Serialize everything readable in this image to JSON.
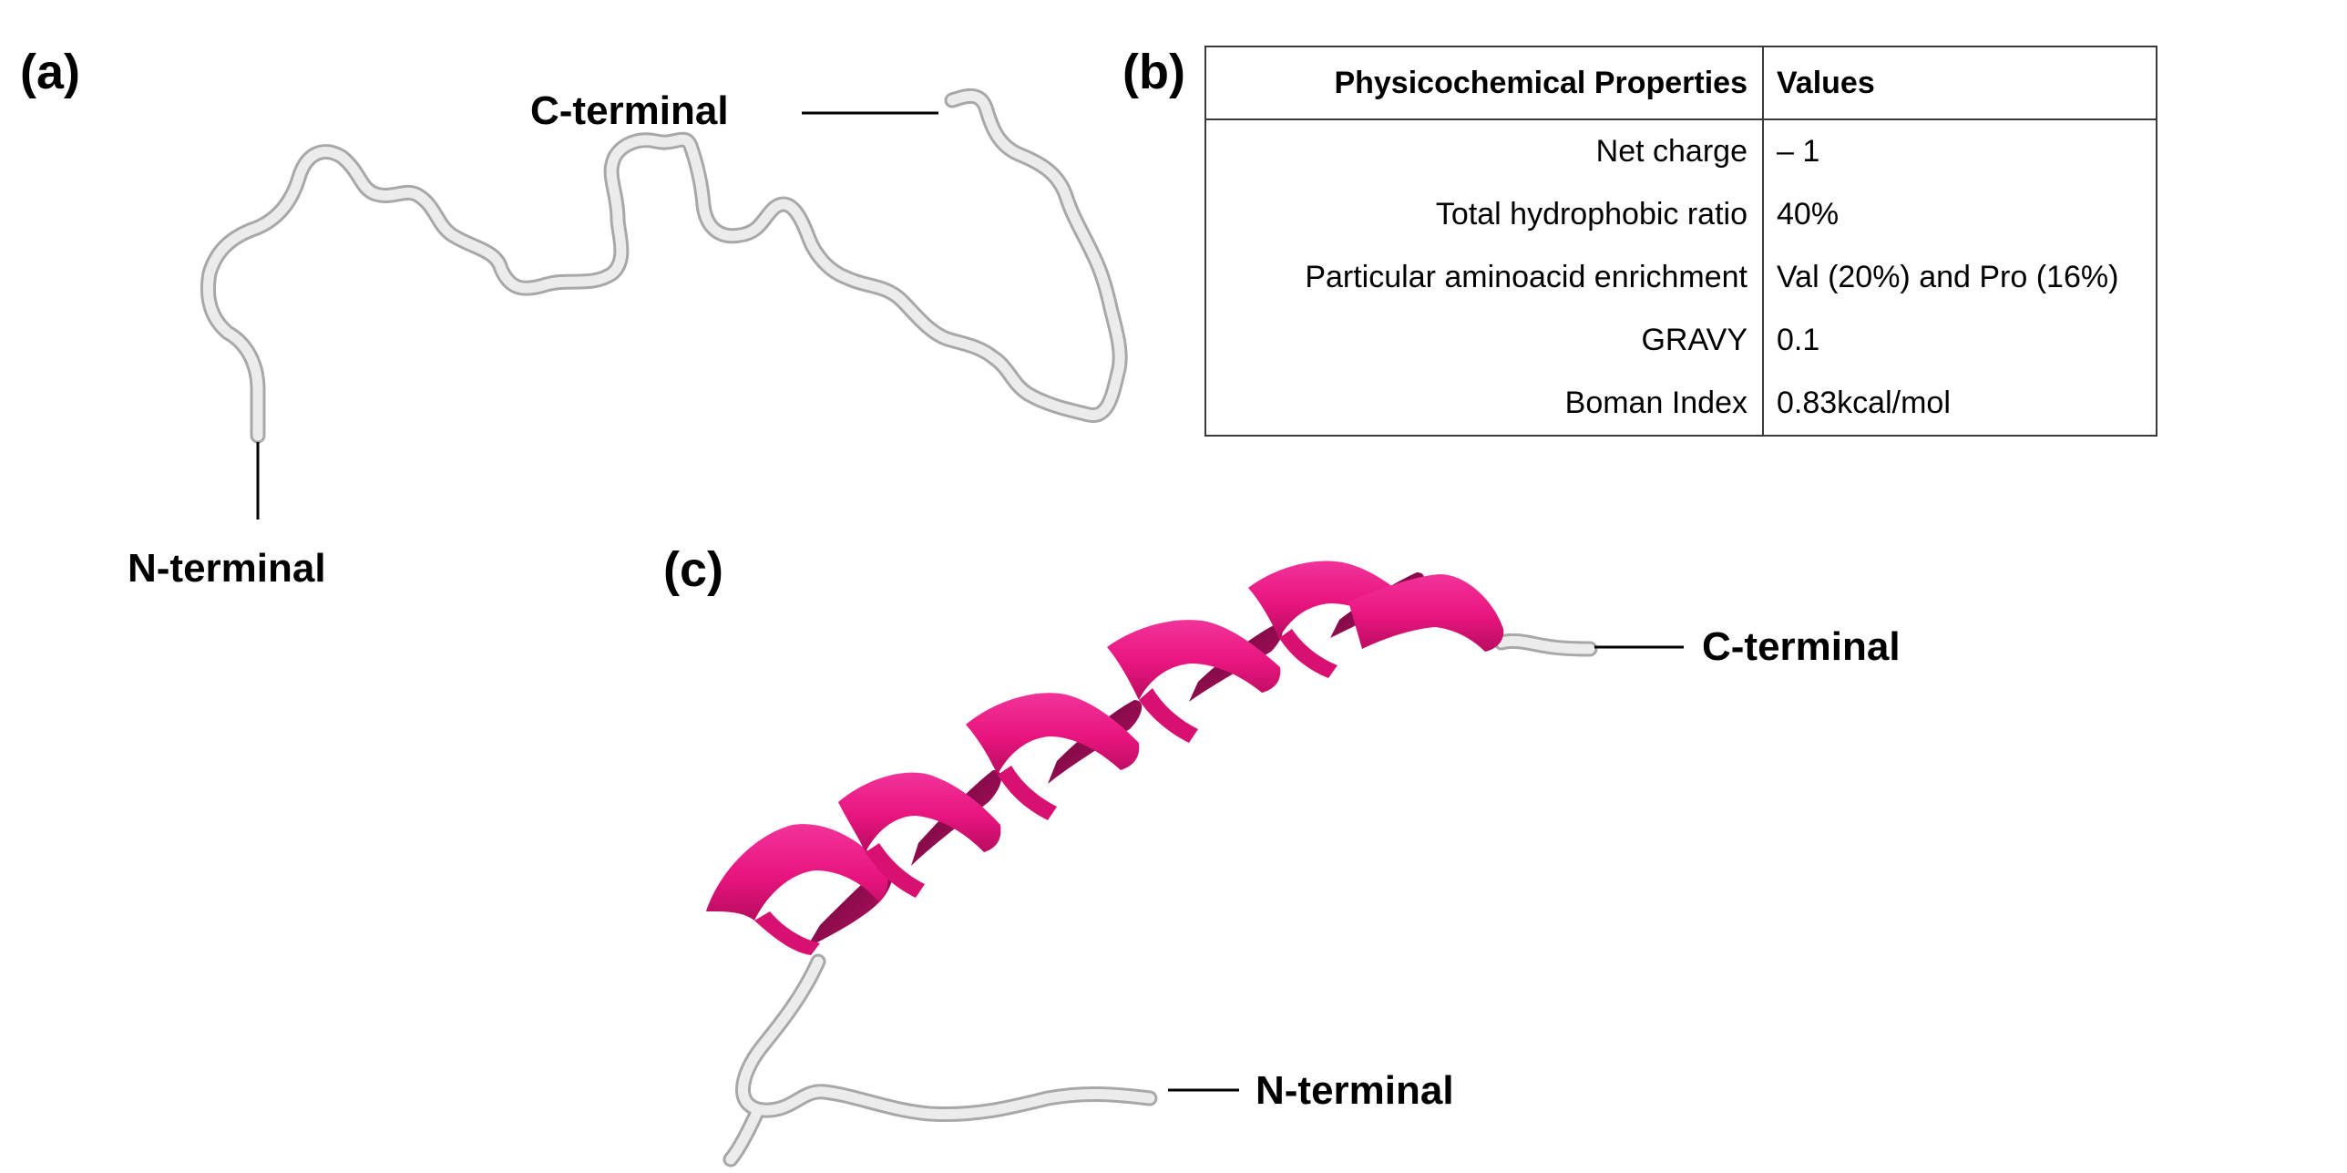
{
  "panels": {
    "a": {
      "label": "(a)",
      "c_terminal": "C-terminal",
      "n_terminal": "N-terminal"
    },
    "b": {
      "label": "(b)",
      "headers": [
        "Physicochemical Properties",
        "Values"
      ],
      "rows": [
        {
          "property": "Net charge",
          "value": "– 1"
        },
        {
          "property": "Total hydrophobic ratio",
          "value": "40%"
        },
        {
          "property": "Particular aminoacid enrichment",
          "value": "Val (20%) and Pro (16%)"
        },
        {
          "property": "GRAVY",
          "value": "0.1"
        },
        {
          "property": "Boman Index",
          "value": "0.83kcal/mol"
        }
      ]
    },
    "c": {
      "label": "(c)",
      "c_terminal": "C-terminal",
      "n_terminal": "N-terminal"
    }
  },
  "colors": {
    "helix": "#ec1c84",
    "helix_dark": "#7a0a3e",
    "coil": "#e8e8e8",
    "coil_edge": "#a8a8a8",
    "text": "#000000"
  }
}
